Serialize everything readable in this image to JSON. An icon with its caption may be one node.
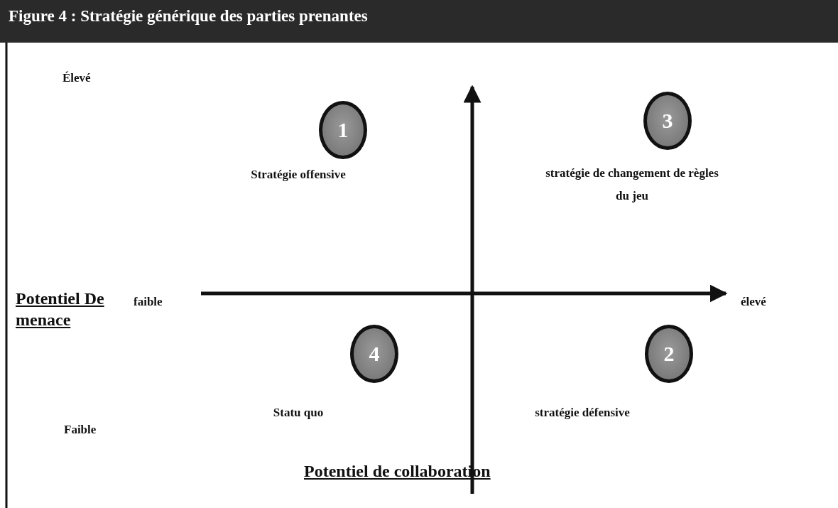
{
  "diagram": {
    "title": "Figure 4 : Stratégie générique des parties prenantes",
    "nodes": [
      {
        "text": [
          "1"
        ],
        "beside": [
          "Stratégie offensive"
        ]
      },
      {
        "text": [
          "3"
        ],
        "beside": [
          "stratégie de changement de règles du jeu"
        ]
      },
      {
        "text": [
          "4"
        ],
        "beside": [
          "Statu quo"
        ]
      },
      {
        "text": [
          "2"
        ],
        "beside": [
          "stratégie défensive"
        ]
      }
    ],
    "labels": [
      "Élevé",
      "Potentiel De menace",
      "faible",
      "élevé",
      "Faible",
      "Potentiel de collaboration"
    ]
  }
}
